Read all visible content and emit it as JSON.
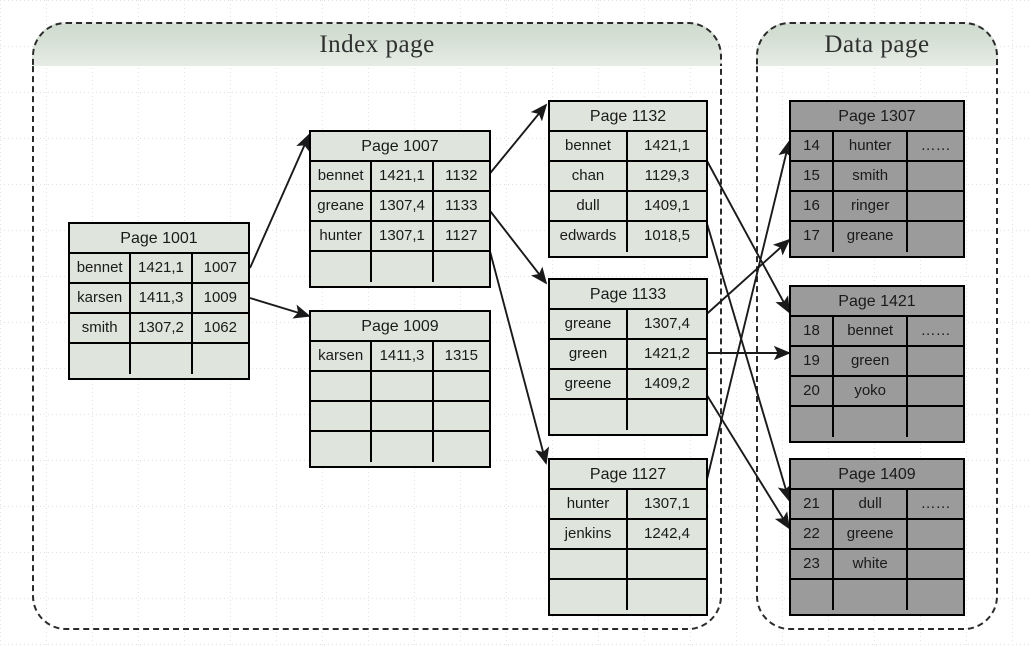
{
  "regions": {
    "index": {
      "title": "Index page"
    },
    "data": {
      "title": "Data page"
    }
  },
  "tables": {
    "page1001": {
      "title": "Page 1001",
      "columns": 3,
      "rows": [
        [
          "bennet",
          "1421,1",
          "1007"
        ],
        [
          "karsen",
          "1411,3",
          "1009"
        ],
        [
          "smith",
          "1307,2",
          "1062"
        ],
        [
          "",
          "",
          ""
        ]
      ]
    },
    "page1007": {
      "title": "Page 1007",
      "columns": 3,
      "rows": [
        [
          "bennet",
          "1421,1",
          "1132"
        ],
        [
          "greane",
          "1307,4",
          "1133"
        ],
        [
          "hunter",
          "1307,1",
          "1127"
        ],
        [
          "",
          "",
          ""
        ]
      ]
    },
    "page1009": {
      "title": "Page 1009",
      "columns": 3,
      "rows": [
        [
          "karsen",
          "1411,3",
          "1315"
        ],
        [
          "",
          "",
          ""
        ],
        [
          "",
          "",
          ""
        ],
        [
          "",
          "",
          ""
        ]
      ]
    },
    "page1132": {
      "title": "Page 1132",
      "columns": 2,
      "rows": [
        [
          "bennet",
          "1421,1"
        ],
        [
          "chan",
          "1129,3"
        ],
        [
          "dull",
          "1409,1"
        ],
        [
          "edwards",
          "1018,5"
        ]
      ]
    },
    "page1133": {
      "title": "Page 1133",
      "columns": 2,
      "rows": [
        [
          "greane",
          "1307,4"
        ],
        [
          "green",
          "1421,2"
        ],
        [
          "greene",
          "1409,2"
        ],
        [
          "",
          ""
        ]
      ]
    },
    "page1127": {
      "title": "Page 1127",
      "columns": 2,
      "rows": [
        [
          "hunter",
          "1307,1"
        ],
        [
          "jenkins",
          "1242,4"
        ],
        [
          "",
          ""
        ],
        [
          "",
          ""
        ]
      ]
    },
    "page1307": {
      "title": "Page 1307",
      "columns": 3,
      "rows": [
        [
          "14",
          "hunter",
          "……"
        ],
        [
          "15",
          "smith",
          ""
        ],
        [
          "16",
          "ringer",
          ""
        ],
        [
          "17",
          "greane",
          ""
        ]
      ]
    },
    "page1421": {
      "title": "Page 1421",
      "columns": 3,
      "rows": [
        [
          "18",
          "bennet",
          "……"
        ],
        [
          "19",
          "green",
          ""
        ],
        [
          "20",
          "yoko",
          ""
        ],
        [
          "",
          "",
          ""
        ]
      ]
    },
    "page1409": {
      "title": "Page 1409",
      "columns": 3,
      "rows": [
        [
          "21",
          "dull",
          "……"
        ],
        [
          "22",
          "greene",
          ""
        ],
        [
          "23",
          "white",
          ""
        ],
        [
          "",
          "",
          ""
        ]
      ]
    }
  },
  "connections": [
    {
      "from": "page1001.row1",
      "to": "page1007"
    },
    {
      "from": "page1001.row2",
      "to": "page1009"
    },
    {
      "from": "page1007.row1",
      "to": "page1132"
    },
    {
      "from": "page1007.row2",
      "to": "page1133"
    },
    {
      "from": "page1007.row3",
      "to": "page1127"
    },
    {
      "from": "page1132.bennet",
      "to": "page1421.row18"
    },
    {
      "from": "page1132.dull",
      "to": "page1409.row21"
    },
    {
      "from": "page1133.greane",
      "to": "page1307.row17"
    },
    {
      "from": "page1133.green",
      "to": "page1421.row19"
    },
    {
      "from": "page1133.greene",
      "to": "page1409.row22"
    },
    {
      "from": "page1127.hunter",
      "to": "page1307.row14"
    }
  ],
  "colors": {
    "index_fill": "#dfe5dd",
    "data_fill": "#9b9b9b",
    "border": "#000000",
    "title_band": "#cfdbcf",
    "grid": "#c9c9c9"
  }
}
